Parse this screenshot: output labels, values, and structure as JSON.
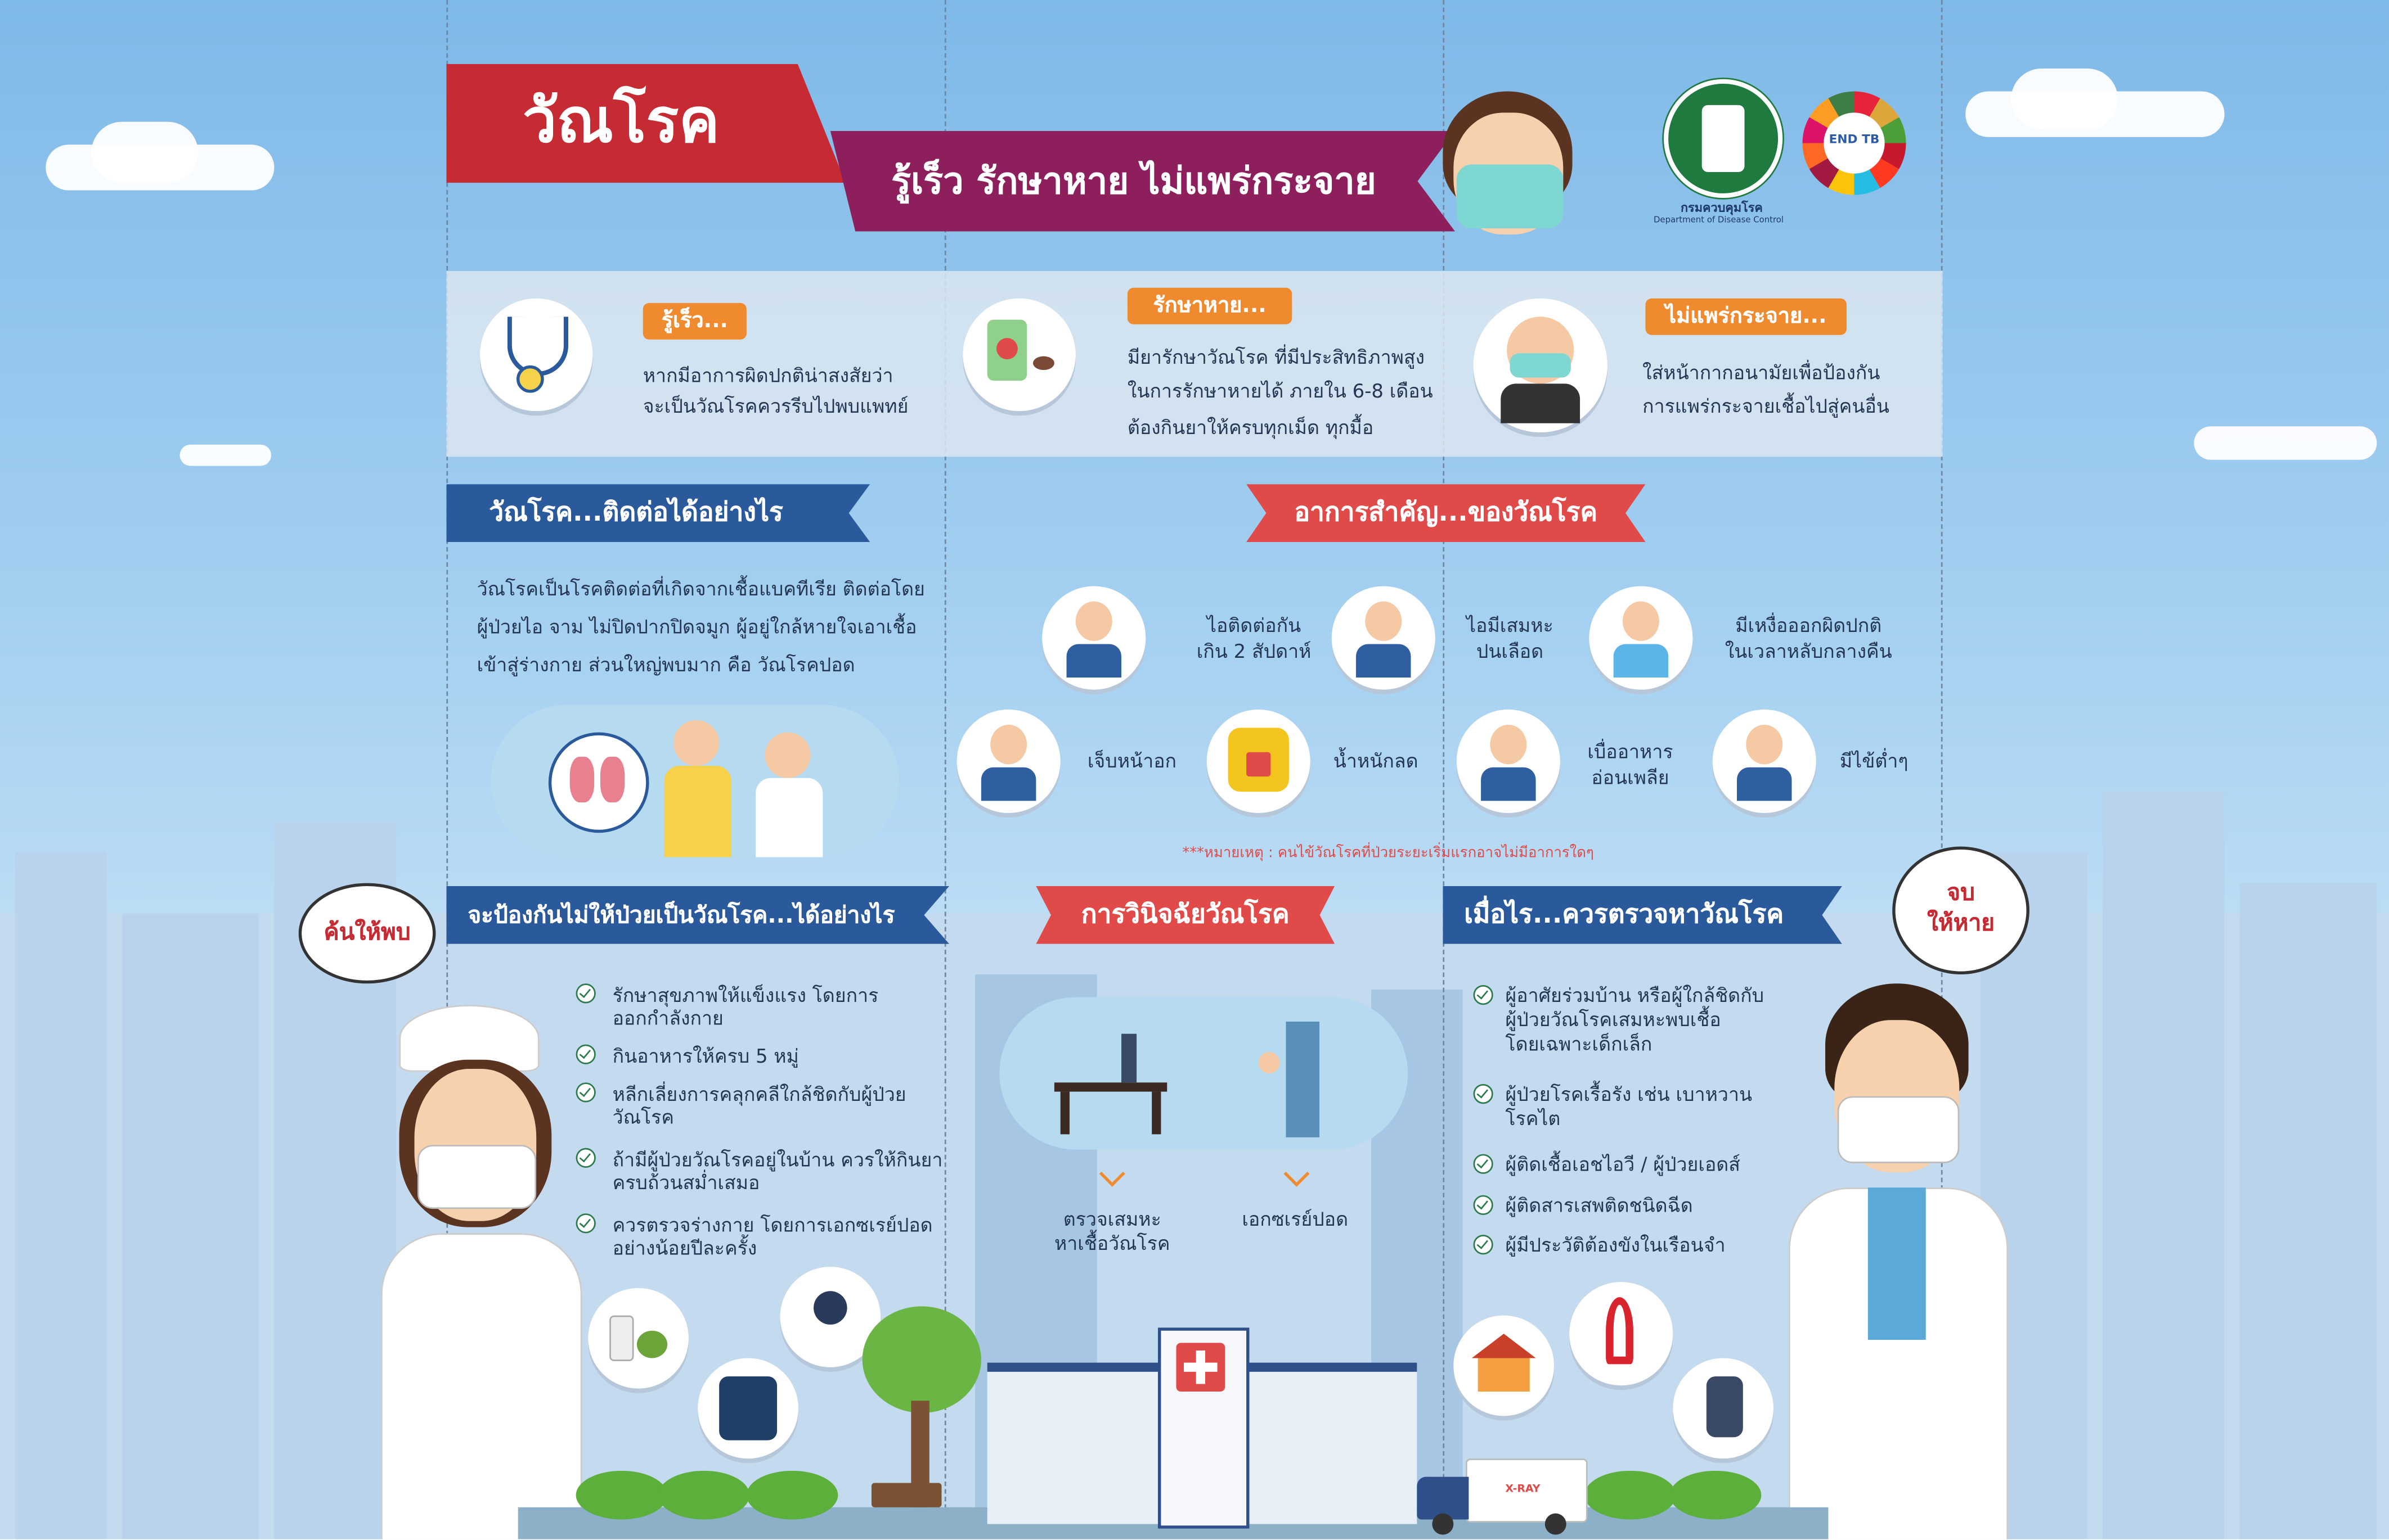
{
  "header": {
    "title": "วัณโรค",
    "subtitle": "รู้เร็ว รักษาหาย ไม่แพร่กระจาย"
  },
  "logos": {
    "ministry_text": "กรมควบคุมโรค",
    "ministry_en": "Department of Disease Control",
    "endtb": "END TB"
  },
  "key_messages": [
    {
      "label": "รู้เร็ว...",
      "text_1": "หากมีอาการผิดปกติน่าสงสัยว่า",
      "text_2": "จะเป็นวัณโรคควรรีบไปพบแพทย์"
    },
    {
      "label": "รักษาหาย...",
      "text_1": "มียารักษาวัณโรค ที่มีประสิทธิภาพสูง",
      "text_2": "ในการรักษาหายได้ ภายใน 6-8 เดือน",
      "text_3": "ต้องกินยาให้ครบทุกเม็ด ทุกมื้อ"
    },
    {
      "label": "ไม่แพร่กระจาย...",
      "text_1": "ใส่หน้ากากอนามัยเพื่อป้องกัน",
      "text_2": "การแพร่กระจายเชื้อไปสู่คนอื่น"
    }
  ],
  "transmission": {
    "heading": "วัณโรค...ติดต่อได้อย่างไร",
    "line_1": "วัณโรคเป็นโรคติดต่อที่เกิดจากเชื้อแบคทีเรีย ติดต่อโดย",
    "line_2": "ผู้ป่วยไอ จาม ไม่ปิดปากปิดจมูก ผู้อยู่ใกล้หายใจเอาเชื้อ",
    "line_3": "เข้าสู่ร่างกาย ส่วนใหญ่พบมาก คือ วัณโรคปอด"
  },
  "symptoms": {
    "heading": "อาการสำคัญ...ของวัณโรค",
    "items": [
      {
        "text_1": "ไอติดต่อกัน",
        "text_2": "เกิน 2 สัปดาห์"
      },
      {
        "text_1": "ไอมีเสมหะ",
        "text_2": "ปนเลือด"
      },
      {
        "text_1": "มีเหงื่อออกผิดปกติ",
        "text_2": "ในเวลาหลับกลางคืน"
      },
      {
        "text_1": "เจ็บหน้าอก",
        "text_2": ""
      },
      {
        "text_1": "น้ำหนักลด",
        "text_2": ""
      },
      {
        "text_1": "เบื่ออาหาร",
        "text_2": "อ่อนเพลีย"
      },
      {
        "text_1": "มีไข้ต่ำๆ",
        "text_2": ""
      }
    ],
    "note": "***หมายเหตุ : คนไข้วัณโรคที่ป่วยระยะเริ่มแรกอาจไม่มีอาการใดๆ"
  },
  "prevention": {
    "heading": "จะป้องกันไม่ให้ป่วยเป็นวัณโรค...ได้อย่างไร",
    "items": [
      {
        "l1": "รักษาสุขภาพให้แข็งแรง โดยการ",
        "l2": "ออกกำลังกาย"
      },
      {
        "l1": "กินอาหารให้ครบ 5 หมู่",
        "l2": ""
      },
      {
        "l1": "หลีกเลี่ยงการคลุกคลีใกล้ชิดกับผู้ป่วย",
        "l2": "วัณโรค"
      },
      {
        "l1": "ถ้ามีผู้ป่วยวัณโรคอยู่ในบ้าน ควรให้กินยา",
        "l2": "ครบถ้วนสม่ำเสมอ"
      },
      {
        "l1": "ควรตรวจร่างกาย โดยการเอกซเรย์ปอด",
        "l2": "อย่างน้อยปีละครั้ง"
      }
    ]
  },
  "diagnosis": {
    "heading": "การวินิจฉัยวัณโรค",
    "item_1_l1": "ตรวจเสมหะ",
    "item_1_l2": "หาเชื้อวัณโรค",
    "item_2": "เอกซเรย์ปอด"
  },
  "screening": {
    "heading": "เมื่อไร...ควรตรวจหาวัณโรค",
    "items": [
      {
        "l1": "ผู้อาศัยร่วมบ้าน หรือผู้ใกล้ชิดกับ",
        "l2": "ผู้ป่วยวัณโรคเสมหะพบเชื้อ",
        "l3": "โดยเฉพาะเด็กเล็ก"
      },
      {
        "l1": "ผู้ป่วยโรคเรื้อรัง เช่น เบาหวาน",
        "l2": "โรคไต",
        "l3": ""
      },
      {
        "l1": "ผู้ติดเชื้อเอชไอวี / ผู้ป่วยเอดส์",
        "l2": "",
        "l3": ""
      },
      {
        "l1": "ผู้ติดสารเสพติดชนิดฉีด",
        "l2": "",
        "l3": ""
      },
      {
        "l1": "ผู้มีประวัติต้องขังในเรือนจำ",
        "l2": "",
        "l3": ""
      }
    ]
  },
  "bubbles": {
    "nurse": "ค้นให้พบ",
    "doctor_1": "จบ",
    "doctor_2": "ให้หาย"
  },
  "truck_label": "X-RAY",
  "colors": {
    "red": "#c62a33",
    "purple": "#8d1f5c",
    "blue_ribbon": "#2a5a9c",
    "orange": "#ef8a2e",
    "coral": "#e04a49"
  }
}
